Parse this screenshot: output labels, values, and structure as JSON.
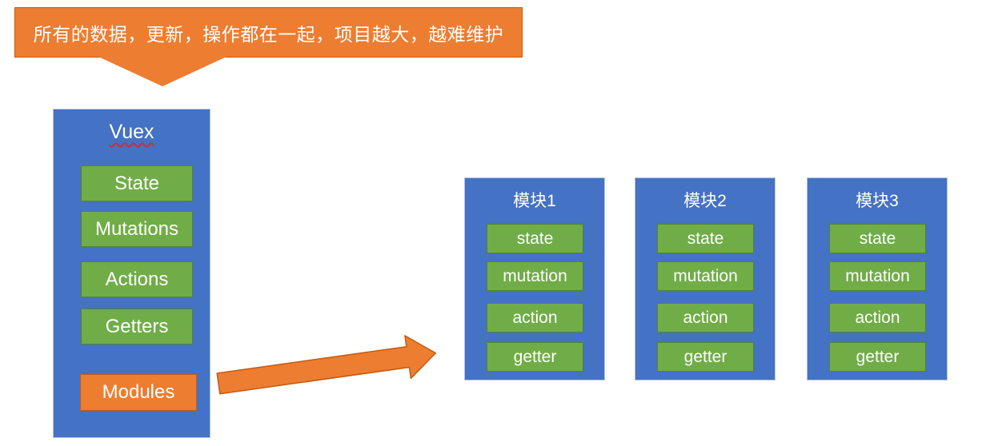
{
  "banner": {
    "text": "所有的数据，更新，操作都在一起，项目越大，越难维护"
  },
  "vuex_panel": {
    "title": "Vuex",
    "items": [
      {
        "label": "State"
      },
      {
        "label": "Mutations"
      },
      {
        "label": "Actions"
      },
      {
        "label": "Getters"
      },
      {
        "label": "Modules"
      }
    ]
  },
  "modules": [
    {
      "title": "模块1",
      "items": [
        "state",
        "mutation",
        "action",
        "getter"
      ]
    },
    {
      "title": "模块2",
      "items": [
        "state",
        "mutation",
        "action",
        "getter"
      ]
    },
    {
      "title": "模块3",
      "items": [
        "state",
        "mutation",
        "action",
        "getter"
      ]
    }
  ],
  "icons": {
    "callout_pointer": "callout-pointer-down",
    "modules_arrow": "block-arrow-right"
  },
  "colors": {
    "canvas_bg": "#ffffff",
    "panel_blue": "#4472c4",
    "panel_blue_border": "#b6c3e2",
    "chip_green": "#70ad47",
    "chip_green_border": "#548235",
    "accent_orange": "#ed7d31",
    "accent_orange_border": "#c55a11",
    "text_white": "#ffffff",
    "squiggle_red": "#cc2f2f"
  }
}
